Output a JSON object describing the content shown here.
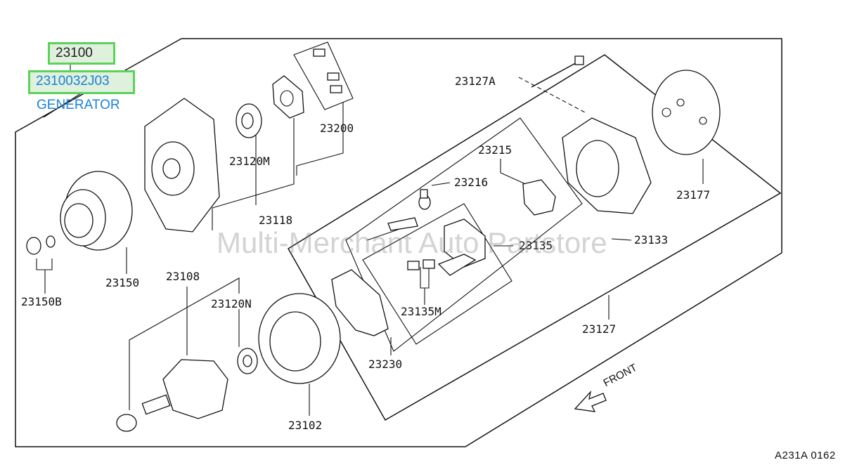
{
  "header": {
    "part_group": "23100",
    "part_number": "2310032J03",
    "part_name": "GENERATOR"
  },
  "parts": {
    "p23200": "23200",
    "p23120M": "23120M",
    "p23118": "23118",
    "p23127A": "23127A",
    "p23215": "23215",
    "p23216": "23216",
    "p23177": "23177",
    "p23133": "23133",
    "p23135": "23135",
    "p23150": "23150",
    "p23150B": "23150B",
    "p23108": "23108",
    "p23120N": "23120N",
    "p23135M": "23135M",
    "p23127": "23127",
    "p23230": "23230",
    "p23102": "23102"
  },
  "direction_label": "FRONT",
  "watermark": "Multi-Merchant Auto Partstore",
  "diagram_code": "A231A 0162"
}
